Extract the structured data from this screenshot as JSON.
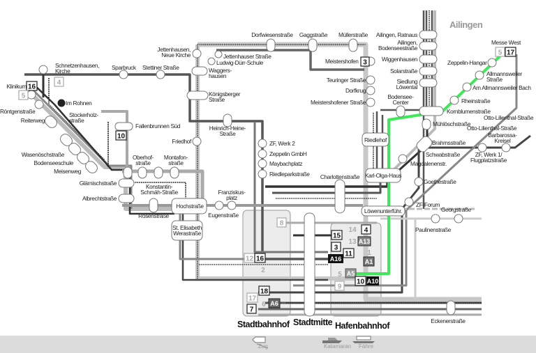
{
  "region_title": "Ailingen",
  "hubs": {
    "stadtbahnhof": "Stadtbahnhof",
    "stadtmitte": "Stadtmitte",
    "hafenbahnhof": "Hafenbahnhof"
  },
  "transport_modes": {
    "train": "Zug",
    "catamaran": "Katamaran",
    "ferry": "Fähre"
  },
  "colors": {
    "express_line": "#3ee858",
    "dark_line": "#444444",
    "mid_line": "#777777",
    "light_line": "#b5b5b5",
    "footer_band": "#dcdcdc"
  },
  "stations": {
    "schnetzenhausen": [
      "Schnetzenhausen,",
      "Kirche"
    ],
    "sparbruck": "Sparbruck",
    "stettiner": "Stettiner Straße",
    "jettenhausen_kirche": [
      "Jettenhausen,",
      "Neue Kirche"
    ],
    "jettenhauser": "Jettenhauser Straße",
    "ludwig_duerr": "Ludwig-Dürr-Schule",
    "waggershausen": [
      "Waggers-",
      "hausen"
    ],
    "koenigsberger": [
      "Königsberger",
      "Straße"
    ],
    "heinrich_heine": [
      "Heinrich-Heine-",
      "Straße"
    ],
    "friedhof": "Friedhof",
    "fallenbrunnen": "Fallenbrunnen Süd",
    "stockerholz": [
      "Stockerholz-",
      "straße"
    ],
    "im_rohnen": "Im Rohnen",
    "klinikum": "Klinikum",
    "roentgen": "Röntgenstraße",
    "reiterweg": "Reiterweg",
    "wasenoesch": "Wasenöschstraße",
    "bodenseeschule": "Bodenseeschule",
    "meisenweg": "Meisenweg",
    "oberhof": [
      "Oberhof-",
      "straße"
    ],
    "montafon": [
      "Montafon-",
      "straße"
    ],
    "glaernisch": "Glärnischstraße",
    "konstantin": [
      "Konstantin-",
      "Schmäh-Straße"
    ],
    "albrecht": "Albrechtstraße",
    "rosen": "Rosenstraße",
    "hoch": "Hochstraße",
    "elisabeth": [
      "St. Elisabeth",
      "Werastraße"
    ],
    "franziskus": [
      "Franziskus-",
      "platz"
    ],
    "eugen": "Eugenstraße",
    "dorfwiesen": "Dorfwiesenstraße",
    "gagg": "Gaggstraße",
    "mueller": "Müllerstraße",
    "meistershofen": "Meistershofen",
    "teuringer": "Teuringer Straße",
    "dorfkrug": "Dorfkrug",
    "meistershofener": "Meistershofener Straße",
    "zf_werk2": "ZF, Werk 2",
    "zeppelin_gmbh": "Zeppelin GmbH",
    "maybachplatz": "Maybachplatz",
    "riedlepark": "Riedleparkstraße",
    "charlotten": "Charlottenstraße",
    "riedlehof": "Riedlehof",
    "karl_olga": "Karl-Olga-Haus",
    "loewenunterfuehr": "Löwenunterführ.",
    "ailingen_rathaus": "Ailingen, Ratnaus",
    "ailingen_bodensee": [
      "Ailingen,",
      "Bodenseestraße"
    ],
    "wiggenhausen": "Wiggenhausen",
    "solar": "Solarstraße",
    "loewental": [
      "Siedlung",
      "Löwental"
    ],
    "bodensee_center": [
      "Bodensee-",
      "Center"
    ],
    "kornblumen": "Kornblumenstraße",
    "muehloesch": "Mühlöschstraße",
    "brahms": "Brahmsstraße",
    "schwab": "Schwabstraße",
    "magdalenen": "Magdalenenstr.",
    "goethe": "Goethestraße",
    "zf_forum": "ZF-Forum",
    "georg": "Georgstraße",
    "paulinen": "Paulinenstraße",
    "eckener": "Eckenerstraße",
    "zf_werk1": [
      "ZF, Werk 1/",
      "Flugplatzstraße"
    ],
    "otto_lilienthal_1": "Otto-Lilienthal-Straße",
    "otto_lilienthal_2": "Otto-Lilienthal-Straße",
    "barbarossa": [
      "Barbarossa-",
      "Kreisel"
    ],
    "messe_west": "Messe West",
    "zeppelin_hangar": "Zeppelin-Hangar",
    "allmannsweiler": [
      "Allmannsweiler",
      "Straße"
    ],
    "allmannsweiler_bach": "Am Allmannsweiler Bach",
    "rhein": "Rheinstraße"
  },
  "routes": {
    "klinikum_16": "16",
    "klinikum_5": "5",
    "schnetz_4": "4",
    "fallen_10": "10",
    "meisters_3": "3",
    "messe_5": "5",
    "messe_17": "17",
    "sb_8": "8",
    "sb_12": "12",
    "sb_16": "16",
    "sb_2": "2",
    "sb_18": "18",
    "sb_17": "17",
    "sb_6": "6",
    "sb_A6": "A6",
    "sb_7": "7",
    "hb_15": "15",
    "hb_14": "14",
    "hb_4": "4",
    "hb_13": "13",
    "hb_A13": "A13",
    "hb_3": "3",
    "hb_11": "11",
    "hb_1": "1",
    "hb_A16": "A16",
    "hb_A1": "A1",
    "hb_5": "5",
    "hb_A5": "A5",
    "hb_10": "10",
    "hb_A10": "A10",
    "hb_9": "9"
  }
}
